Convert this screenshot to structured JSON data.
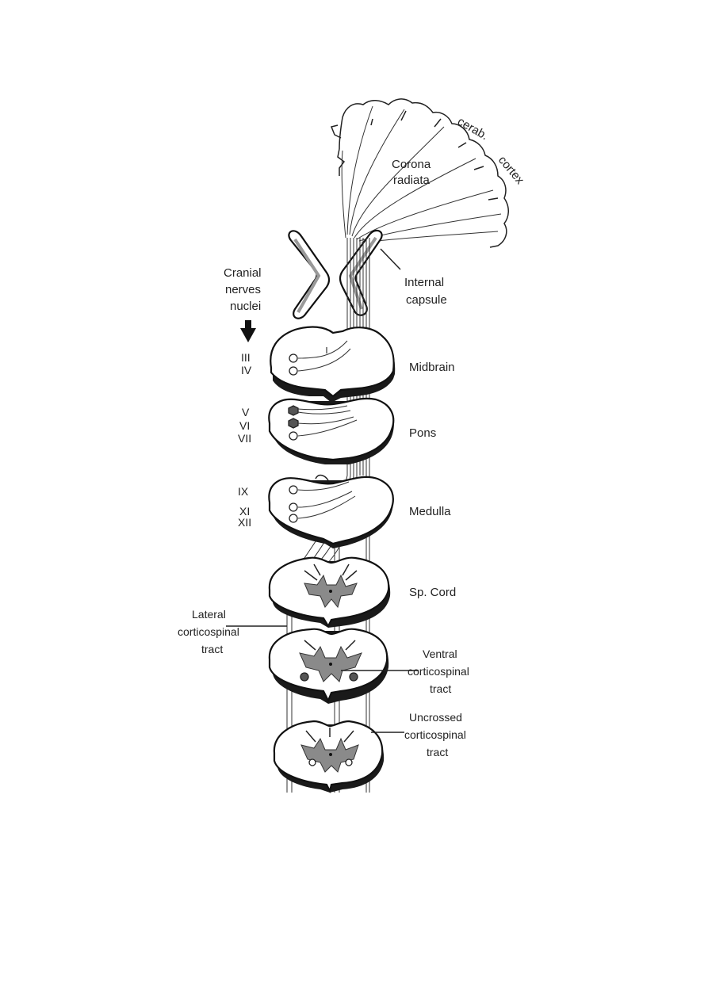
{
  "cortex": {
    "label_line1": "cerab.",
    "label_line2": "cortex",
    "corona_line1": "Corona",
    "corona_line2": "radiata"
  },
  "capsule": {
    "line1": "Internal",
    "line2": "capsule"
  },
  "cranial": {
    "line1": "Cranial",
    "line2": "nerves",
    "line3": "nuclei"
  },
  "levels": {
    "midbrain": "Midbrain",
    "pons": "Pons",
    "medulla": "Medulla",
    "cord": "Sp. Cord"
  },
  "nerves": {
    "midbrain": [
      "III",
      "IV"
    ],
    "pons": [
      "V",
      "VI",
      "VII"
    ],
    "medulla": [
      "IX",
      "XI",
      "XII"
    ]
  },
  "tracts": {
    "lateral": [
      "Lateral",
      "corticospinal",
      "tract"
    ],
    "ventral": [
      "Ventral",
      "corticospinal",
      "tract"
    ],
    "uncrossed": [
      "Uncrossed",
      "corticospinal",
      "tract"
    ]
  }
}
